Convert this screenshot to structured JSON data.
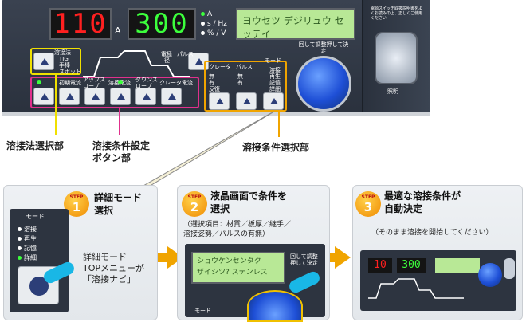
{
  "panel": {
    "current_display": "110",
    "current_unit": "A",
    "volt_display": "300",
    "units": [
      "A",
      "s / Hz",
      "% / V"
    ],
    "lcd_text": "ヨウセツ デジリュウ セッテイ",
    "method_buttons": [
      "溶接法",
      "TIG",
      "手棒",
      "スポット"
    ],
    "method_labels": [
      "電極",
      "径",
      "パルス"
    ],
    "condition_buttons": [
      "初期電流",
      "アップスロープ",
      "溶接電流",
      "ダウンスロープ",
      "クレータ電流"
    ],
    "crater_group_title": "クレータ",
    "crater_options": [
      "無",
      "有",
      "反復"
    ],
    "pulse_group_title": "パルス",
    "pulse_options": [
      "無",
      "有"
    ],
    "mode_group_title": "モード",
    "mode_options": [
      "溶接",
      "再生",
      "記憶",
      "詳細"
    ],
    "knob_label": "回して調整押して決定",
    "right_note": "電源スイッチ取扱説明書をよくお読みの上、正しくご使用ください",
    "right_label": "照明"
  },
  "callouts": {
    "welding_method": "溶接法選択部",
    "condition_buttons": "溶接条件設定\nボタン部",
    "condition_select": "溶接条件選択部"
  },
  "steps": [
    {
      "step_word": "STEP",
      "number": "1",
      "title": "詳細モード\n選択",
      "mode_title": "モード",
      "mode_items": [
        "溶接",
        "再生",
        "記憶",
        "詳細"
      ],
      "note": "詳細モード\nTOPメニューが\n「溶接ナビ」"
    },
    {
      "step_word": "STEP",
      "number": "2",
      "title": "液晶画面で条件を\n選択",
      "subtitle": "（選択項目：材質／板厚／継手／\n溶接姿勢／パルスの有無）",
      "lcd_lines": [
        "ショウケンセンタク",
        "ザイシツ?  ステンレス"
      ],
      "knob_text": "回して調整押して決定",
      "mode_title": "モード"
    },
    {
      "step_word": "STEP",
      "number": "3",
      "title": "最適な溶接条件が\n自動決定",
      "subtitle": "（そのまま溶接を開始してください）",
      "mini_current": "10",
      "mini_volt": "300"
    }
  ],
  "colors": {
    "accent_yellow": "#f0e000",
    "accent_magenta": "#e0308c",
    "accent_orange": "#f0a400"
  }
}
